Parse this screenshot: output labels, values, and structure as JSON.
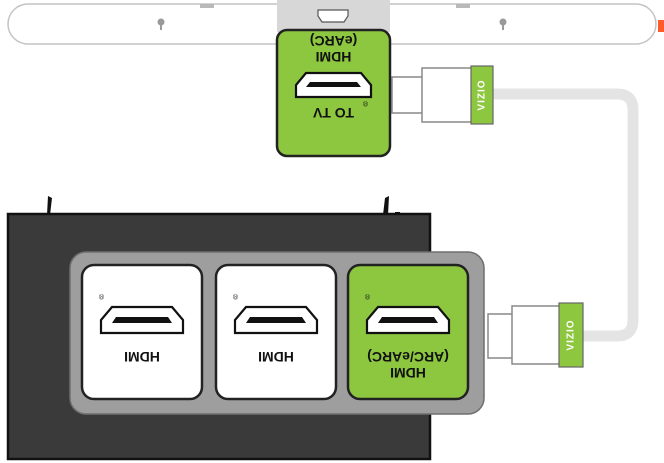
{
  "colors": {
    "accent_green": "#8dc63f",
    "tv_body": "#3a3a3a",
    "port_panel": "#9e9e9e",
    "cable": "#e6e6e6",
    "soundbar": "#ffffff",
    "outline": "#222222"
  },
  "soundbar_port": {
    "line1": "TO TV",
    "line2": "HDMI",
    "line3": "(eARC)"
  },
  "tv_ports": [
    {
      "label": "HDMI",
      "highlighted": false
    },
    {
      "label": "HDMI",
      "highlighted": false
    },
    {
      "label_line1": "HDMI",
      "label_line2": "(ARC/eARC)",
      "highlighted": true
    }
  ],
  "cable": {
    "brand_top": "VIZIO",
    "brand_bottom": "VIZIO"
  },
  "icons": [
    "hdmi-port-icon",
    "registered-mark-icon",
    "mount-pin-icon"
  ]
}
